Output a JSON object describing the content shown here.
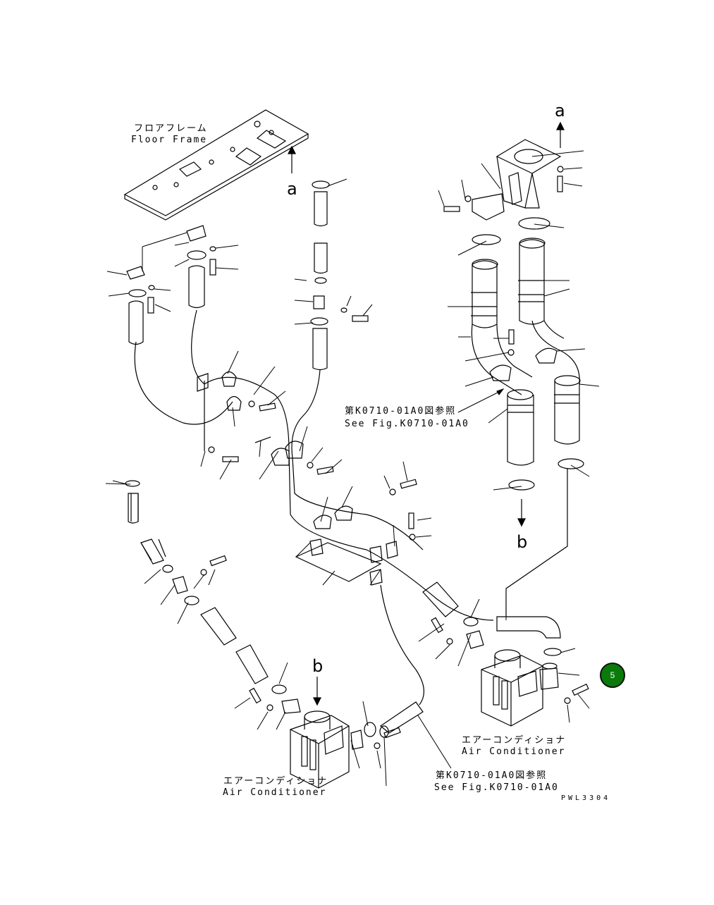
{
  "labels": {
    "floor_frame_jp": "フロアフレーム",
    "floor_frame_en": "Floor Frame",
    "arrow_a_left": "a",
    "arrow_a_right": "a",
    "arrow_b_right": "b",
    "arrow_b_left": "b",
    "see_fig_jp_1": "第K0710-01A0図参照",
    "see_fig_en_1": "See Fig.K0710-01A0",
    "see_fig_jp_2": "第K0710-01A0図参照",
    "see_fig_en_2": "See Fig.K0710-01A0",
    "ac_jp_right": "エアーコンディショナ",
    "ac_en_right": "Air Conditioner",
    "ac_jp_left": "エアーコンディショナ",
    "ac_en_left": "Air Conditioner",
    "drawing_code": "PWL3304"
  },
  "badge": {
    "text": "5",
    "color": "#0a7a0a"
  }
}
